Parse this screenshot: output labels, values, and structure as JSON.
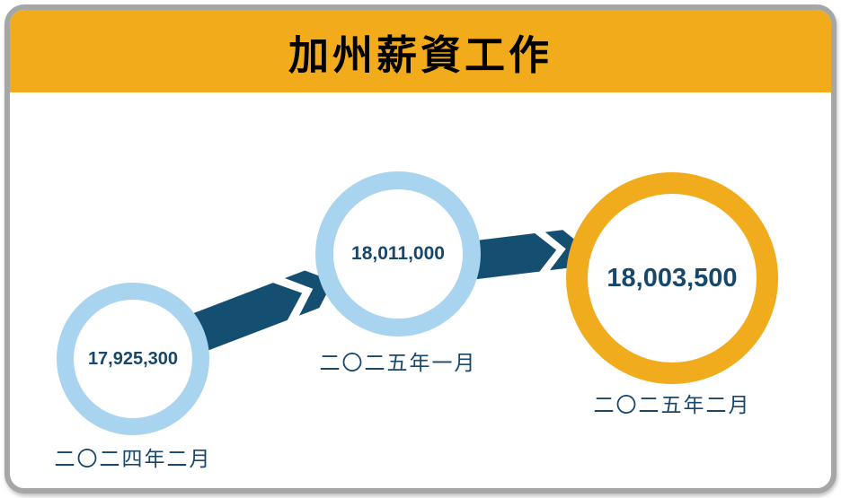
{
  "title": "加州薪資工作",
  "colors": {
    "header_bg": "#F2AC1B",
    "ring_blue": "#A8D4F0",
    "ring_orange": "#F0AC1D",
    "arrow": "#144F72",
    "text_navy": "#17476B",
    "frame_border": "#A6A6A6"
  },
  "points": [
    {
      "value": "17,925,300",
      "label": "二〇二四年二月",
      "ring": "blue"
    },
    {
      "value": "18,011,000",
      "label": "二〇二五年一月",
      "ring": "blue"
    },
    {
      "value": "18,003,500",
      "label": "二〇二五年二月",
      "ring": "orange"
    }
  ],
  "chart_data": {
    "type": "line",
    "title": "加州薪資工作",
    "categories": [
      "二〇二四年二月",
      "二〇二五年一月",
      "二〇二五年二月"
    ],
    "values": [
      17925300,
      18011000,
      18003500
    ],
    "value_labels": [
      "17,925,300",
      "18,011,000",
      "18,003,500"
    ],
    "xlabel": "",
    "ylabel": "",
    "legend": "none",
    "grid": false,
    "layout_hints": {
      "style": "infographic timeline with circles and chevron arrows",
      "emphasized_point": "二〇二五年二月",
      "emphasis_color": "#F0AC1D",
      "other_point_color": "#A8D4F0"
    }
  }
}
